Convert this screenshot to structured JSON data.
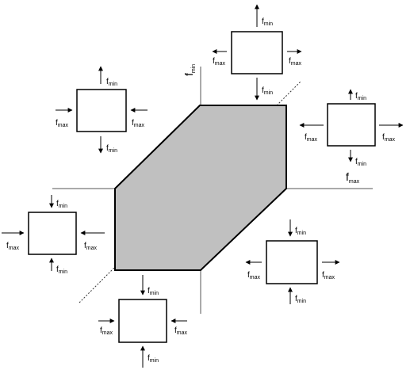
{
  "axes": {
    "horizontal": {
      "main": "f",
      "sub": "max"
    },
    "vertical": {
      "main": "f",
      "sub": "min"
    }
  },
  "labels": {
    "fmin": {
      "main": "f",
      "sub": "min"
    },
    "fmax": {
      "main": "f",
      "sub": "max"
    }
  },
  "colors": {
    "region_fill": "#c0c0c0",
    "stroke": "#000000"
  }
}
